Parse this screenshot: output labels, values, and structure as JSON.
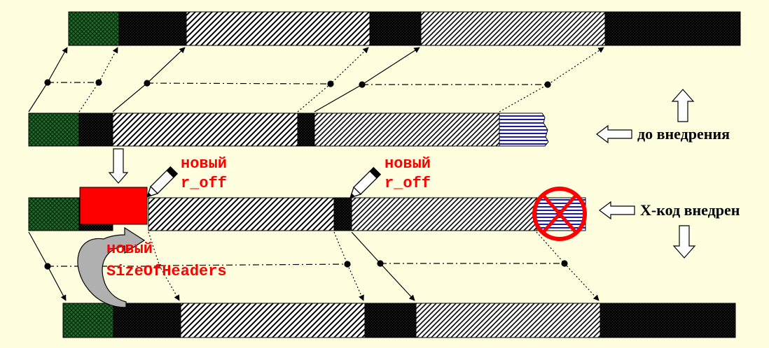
{
  "colors": {
    "background": "#FFFFE0",
    "dark": "#000000",
    "green_hatch": "#1E6B2A",
    "blue_lines": "#1A1AB0",
    "red_block": "#FF0000",
    "red_label": "#FF0000",
    "cross": "#FF0000",
    "arrow_gray": "#A0A0A0"
  },
  "labels": {
    "before_injection": "до внедрения",
    "x_code": "Х-код внедрен",
    "new_r_off_1_line1": "новый",
    "new_r_off_1_line2": "r_off",
    "new_r_off_2_line1": "новый",
    "new_r_off_2_line2": "r_off",
    "new_soh_line1": "новый",
    "new_soh_line2": "SizeOfHeaders"
  },
  "icons": {
    "up_arrow": "hollow-up-arrow-icon",
    "down_arrow": "hollow-down-arrow-icon",
    "left_arrow": "hollow-left-arrow-icon",
    "pencil": "pencil-icon",
    "cross": "prohibited-icon",
    "curved_arrow": "curved-arrow-icon"
  }
}
